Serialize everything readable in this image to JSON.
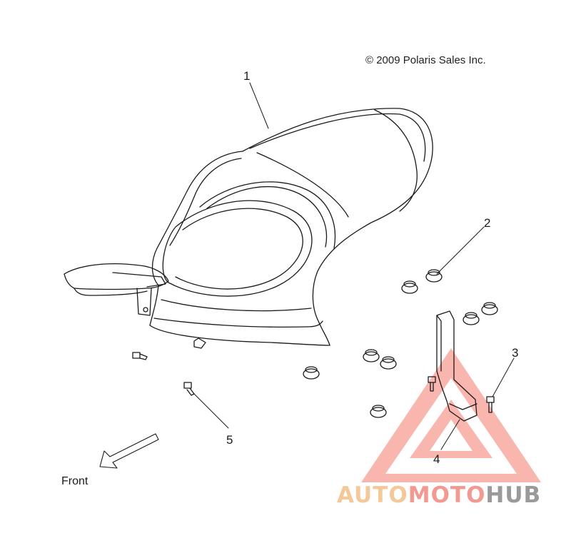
{
  "copyright": "© 2009 Polaris Sales Inc.",
  "callouts": [
    {
      "id": "1",
      "part": "seat"
    },
    {
      "id": "2",
      "part": "grommet"
    },
    {
      "id": "3",
      "part": "bolt"
    },
    {
      "id": "4",
      "part": "bracket"
    },
    {
      "id": "5",
      "part": "screw"
    }
  ],
  "direction_label": "Front",
  "watermark": {
    "part1": "AUTO",
    "part2": "MOTO",
    "part3": "HUB",
    "colors": {
      "part1": "#f5c89a",
      "part2": "#f29a92",
      "part3": "#9a9a9a",
      "triangle": "#f47a6e"
    }
  }
}
